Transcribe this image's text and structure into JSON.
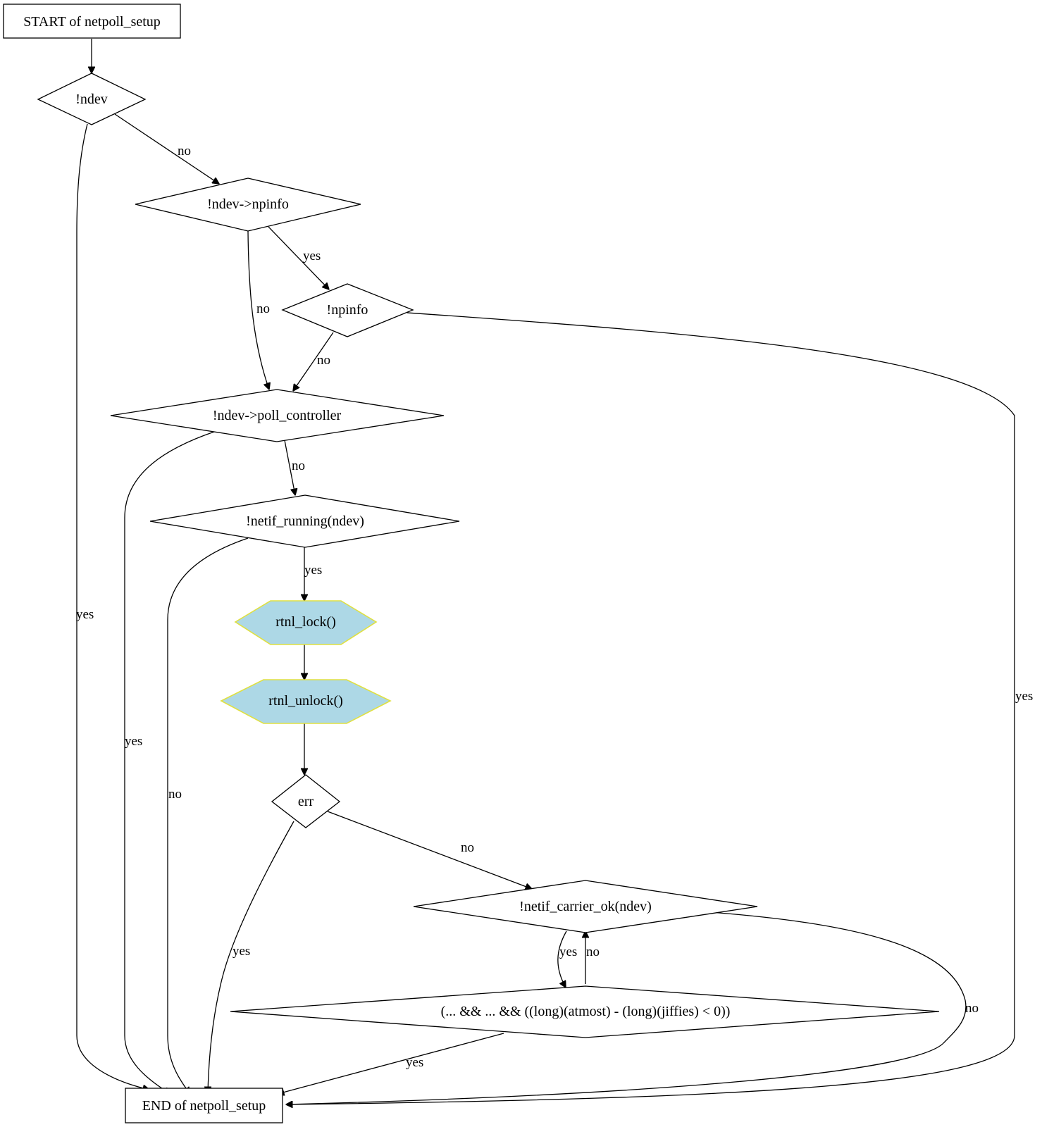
{
  "diagram": {
    "nodes": {
      "start": "START of netpoll_setup",
      "ndev": "!ndev",
      "npinfo_check": "!ndev->npinfo",
      "npinfo": "!npinfo",
      "poll_controller": "!ndev->poll_controller",
      "netif_running": "!netif_running(ndev)",
      "rtnl_lock": "rtnl_lock()",
      "rtnl_unlock": "rtnl_unlock()",
      "err": "err",
      "carrier_ok": "!netif_carrier_ok(ndev)",
      "loop_cond": "(... && ... && ((long)(atmost) - (long)(jiffies) < 0))",
      "end": "END of netpoll_setup"
    },
    "edges": {
      "ndev_no": "no",
      "ndev_yes": "yes",
      "npinfo_check_yes": "yes",
      "npinfo_check_no": "no",
      "npinfo_no": "no",
      "npinfo_yes": "yes",
      "poll_controller_no": "no",
      "poll_controller_yes": "yes",
      "netif_running_yes": "yes",
      "netif_running_no": "no",
      "err_no": "no",
      "err_yes": "yes",
      "carrier_yes": "yes",
      "carrier_no": "no",
      "loop_no": "no",
      "loop_yes": "yes"
    },
    "colors": {
      "function_fill": "#add8e6",
      "function_stroke": "#e0e040",
      "line": "#000000"
    }
  }
}
